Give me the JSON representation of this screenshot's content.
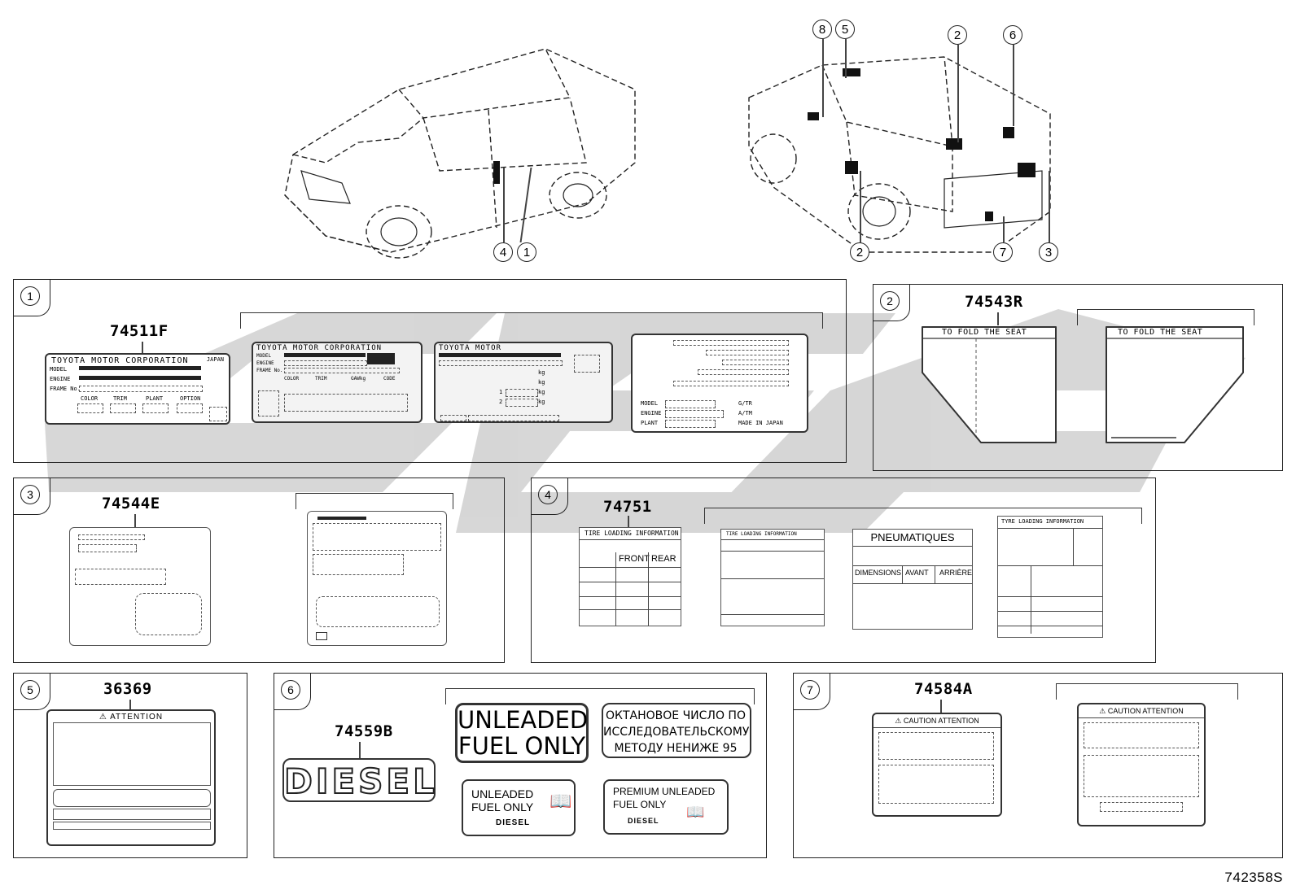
{
  "diagram_id": "742358S",
  "callouts_front": [
    "4",
    "1"
  ],
  "callouts_rear": [
    "8",
    "5",
    "2",
    "6",
    "2",
    "7",
    "3"
  ],
  "panels": [
    {
      "index": "1",
      "part_number": "74511F",
      "labels": {
        "a_title": "TOYOTA MOTOR CORPORATION",
        "a_flag": "JAPAN",
        "a_rows": [
          "MODEL",
          "ENGINE",
          "FRAME No."
        ],
        "a_cols": [
          "COLOR",
          "TRIM",
          "PLANT",
          "OPTION"
        ],
        "b_title": "TOYOTA MOTOR CORPORATION",
        "b_rows": [
          "MODEL",
          "ENGINE",
          "FRAME No."
        ],
        "b_cols": [
          "COLOR",
          "TRIM",
          "GAWkg",
          "CODE"
        ],
        "c_title": "TOYOTA MOTOR",
        "c_units": [
          "kg",
          "kg",
          "kg",
          "kg"
        ],
        "c_rows": [
          "1",
          "2"
        ],
        "d_rows": [
          "MODEL",
          "ENGINE",
          "PLANT"
        ],
        "d_right": [
          "G/TR",
          "A/TM",
          "MADE IN JAPAN"
        ]
      }
    },
    {
      "index": "2",
      "part_number": "74543R",
      "seat_text": "TO FOLD THE SEAT"
    },
    {
      "index": "3",
      "part_number": "74544E"
    },
    {
      "index": "4",
      "part_number": "74751",
      "tire_title": "TIRE LOADING INFORMATION",
      "tire_cols": [
        "FRONT",
        "REAR"
      ],
      "pneu_title": "PNEUMATIQUES",
      "pneu_cols": [
        "DIMENSIONS",
        "AVANT",
        "ARRIÈRE"
      ],
      "tyre_title": "TYRE LOADING INFORMATION"
    },
    {
      "index": "5",
      "part_number": "36369",
      "attention": "ATTENTION"
    },
    {
      "index": "6",
      "part_number": "74559B",
      "diesel": "DIESEL",
      "unleaded_big": [
        "UNLEADED",
        "FUEL ONLY"
      ],
      "russian": [
        "ОКТАНОВОЕ ЧИСЛО ПО",
        "ИССЛЕДОВАТЕЛЬСКОМУ",
        "МЕТОДУ НЕНИЖЕ 95"
      ],
      "unleaded_small": [
        "UNLEADED",
        "FUEL ONLY"
      ],
      "premium": [
        "PREMIUM   UNLEADED",
        "FUEL ONLY"
      ],
      "diesel_small": "DIESEL"
    },
    {
      "index": "7",
      "part_number": "74584A",
      "caution": "CAUTION ATTENTION"
    }
  ]
}
